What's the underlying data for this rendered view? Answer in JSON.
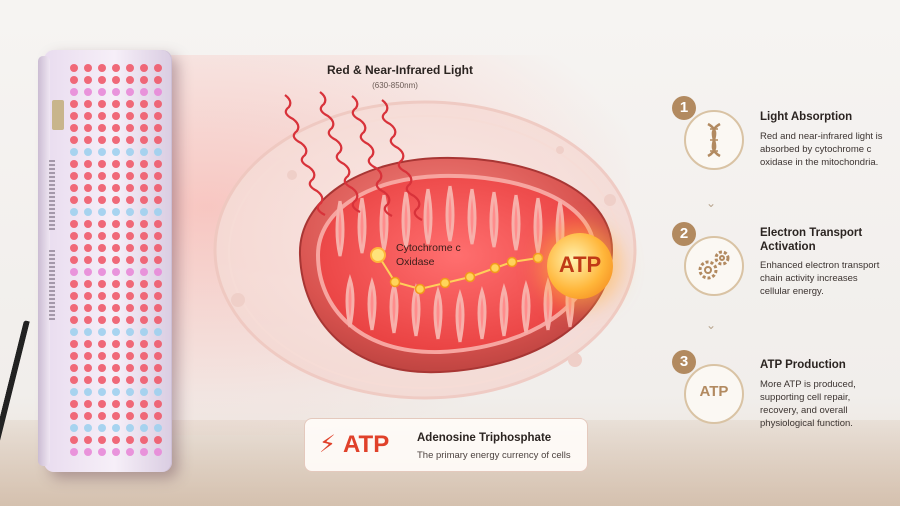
{
  "illustration": {
    "light_title": "Red & Near-Infrared Light",
    "light_range": "(630-850nm)",
    "cytochrome_label": "Cytochrome c Oxidase",
    "atp_badge": "ATP"
  },
  "info_card": {
    "icon": "lightning-bolt-icon",
    "abbr": "ATP",
    "name": "Adenosine Triphosphate",
    "description": "The primary energy currency of cells"
  },
  "steps": [
    {
      "number": "1",
      "icon": "dna-icon",
      "title": "Light Absorption",
      "description": "Red and near-infrared light is absorbed by cytochrome c oxidase in the mitochondria."
    },
    {
      "number": "2",
      "icon": "gears-icon",
      "title": "Electron Transport Activation",
      "description": "Enhanced electron transport chain activity increases cellular energy."
    },
    {
      "number": "3",
      "icon": "atp-icon",
      "title": "ATP Production",
      "icon_text": "ATP",
      "description": "More ATP is produced, supporting cell repair, recovery, and overall physiological function."
    }
  ],
  "colors": {
    "accent": "#e0412a",
    "step_badge": "#b28a60",
    "atp_glow": "#ffb63a"
  }
}
